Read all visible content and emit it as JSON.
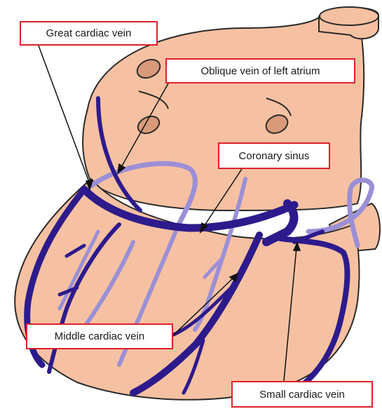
{
  "labels": {
    "great_cardiac_vein": "Great cardiac vein",
    "oblique_vein": "Oblique vein of left atrium",
    "coronary_sinus": "Coronary sinus",
    "middle_cardiac_vein": "Middle cardiac vein",
    "small_cardiac_vein": "Small cardiac vein"
  },
  "colors": {
    "heart_fill": "#f6c1a2",
    "heart_outline": "#2a2a2a",
    "vein_dark": "#2d1a8c",
    "vein_light": "#9b8fd6",
    "label_border": "#e0202a"
  }
}
